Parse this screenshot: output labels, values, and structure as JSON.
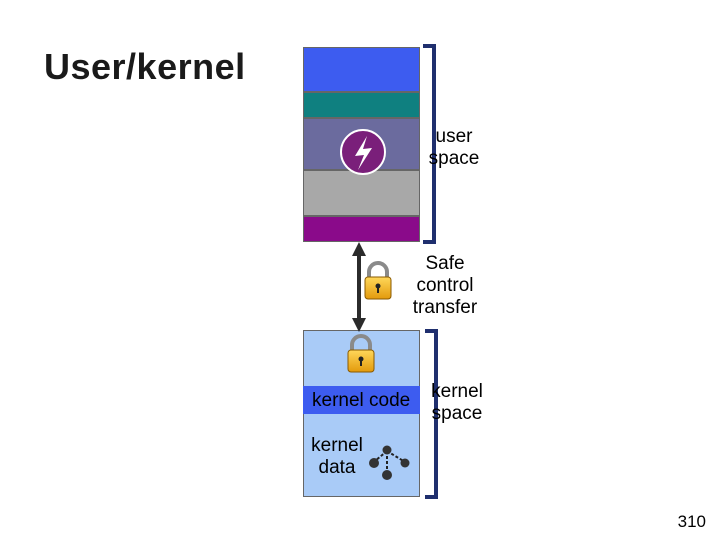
{
  "title": "User/kernel",
  "labels": {
    "user_space": [
      "user",
      "space"
    ],
    "safe_control_transfer": [
      "Safe",
      "control",
      "transfer"
    ],
    "kernel_code": "kernel code",
    "kernel_space": [
      "kernel",
      "space"
    ],
    "kernel_data": [
      "kernel",
      "data"
    ]
  },
  "page_number": "310",
  "colors": {
    "user_block_1": "#3d5cf0",
    "user_block_2": "#0f8080",
    "user_block_3": "#6b6b9e",
    "user_block_4": "#a8a8a8",
    "user_block_5": "#8a0a8a",
    "kernel_block": "#a9cbf7",
    "kernel_code": "#3d5cf0",
    "bracket": "#1f2f6e",
    "lightning_circle": "#7a1f7a",
    "lock_body": "#f2b61a"
  },
  "icons": {
    "lightning": "lightning-bolt-icon",
    "lock": "padlock-icon",
    "network": "data-structure-icon",
    "arrow": "double-headed-arrow-icon"
  }
}
